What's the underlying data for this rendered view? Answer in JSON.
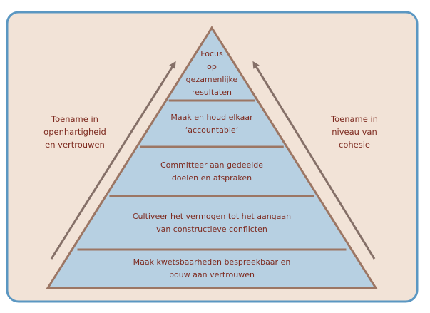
{
  "diagram": {
    "levels": [
      "Focus\nop\ngezamenlijke\nresultaten",
      "Maak en houd elkaar\n‘accountable’",
      "Committeer aan gedeelde\ndoelen en afspraken",
      "Cultiveer het vermogen tot het aangaan\nvan constructieve conflicten",
      "Maak kwetsbaarheden bespreekbaar en\nbouw aan vertrouwen"
    ],
    "left_label": "Toename in\nopenhartigheid\nen vertrouwen",
    "right_label": "Toename in\nniveau van\ncohesie"
  },
  "colors": {
    "background": "#f2e3d7",
    "frame_border": "#5b97c2",
    "pyramid_fill": "#b7d0e2",
    "pyramid_stroke": "#9c7664",
    "arrow": "#857068",
    "text": "#7d2a1f"
  }
}
